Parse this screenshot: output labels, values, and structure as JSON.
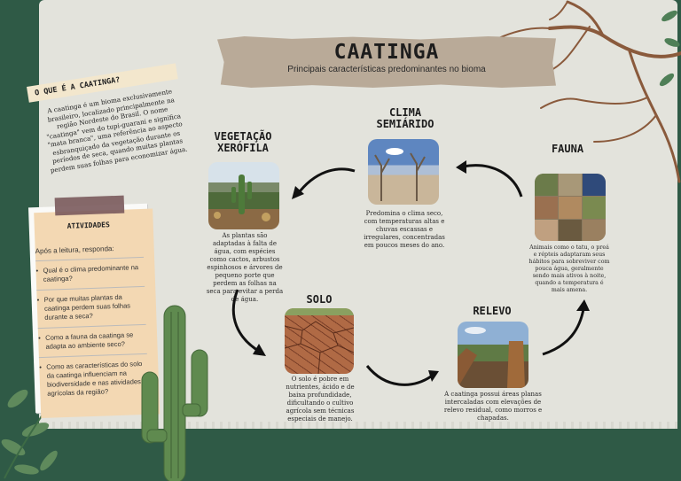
{
  "title": "CAATINGA",
  "subtitle": "Principais características predominantes no bioma",
  "intro": {
    "heading": "O QUE É A CAATINGA?",
    "text": "A caatinga é um bioma exclusivamente brasileiro, localizado principalmente na região Nordeste do Brasil. O nome \"caatinga\" vem do tupi-guarani e significa \"mata branca\", uma referência ao aspecto esbranquiçado da vegetação durante os períodos de seca, quando muitas plantas perdem suas folhas para economizar água."
  },
  "activities": {
    "heading": "ATIVIDADES",
    "intro": "Após a leitura, responda:",
    "questions": [
      "Qual é o clima predominante na caatinga?",
      "Por que muitas plantas da caatinga perdem suas folhas durante a seca?",
      "Como a fauna da caatinga se adapta ao ambiente seco?",
      "Como as características do solo da caatinga influenciam na biodiversidade e nas atividades agrícolas da região?"
    ]
  },
  "sections": {
    "vegetacao": {
      "heading": "VEGETAÇÃO\nXERÓFILA",
      "text": "As plantas são adaptadas à falta de água, com espécies como cactos, arbustos espinhosos e árvores de pequeno porte que perdem as folhas na seca para evitar a perda de água."
    },
    "clima": {
      "heading": "CLIMA\nSEMIÁRIDO",
      "text": "Predomina o clima seco, com temperaturas altas e chuvas escassas e irregulares, concentradas em poucos meses do ano."
    },
    "fauna": {
      "heading": "FAUNA",
      "text": "Animais como o tatu, o preá e répteis adaptaram seus hábitos para sobreviver com pouca água, geralmente sendo mais ativos à noite, quando a temperatura é mais amena."
    },
    "solo": {
      "heading": "SOLO",
      "text": "O solo é pobre em nutrientes, ácido e de baixa profundidade, dificultando o cultivo agrícola sem técnicas especiais de manejo."
    },
    "relevo": {
      "heading": "RELEVO",
      "text": "A caatinga possui áreas planas intercaladas com elevações de relevo residual, como morros e chapadas."
    }
  },
  "colors": {
    "background": "#2f5a46",
    "board": "#e3e3dc",
    "title_paper": "#b9aa98"
  }
}
